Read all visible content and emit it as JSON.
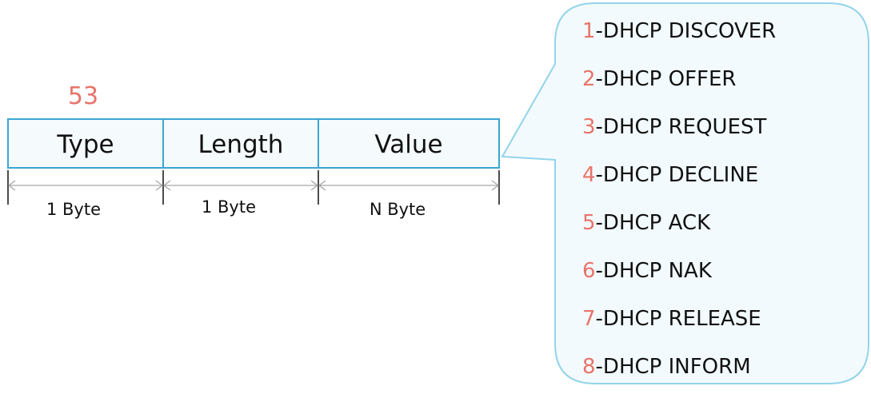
{
  "type_code": "53",
  "fields": [
    {
      "label": "Type",
      "size": "1 Byte"
    },
    {
      "label": "Length",
      "size": "1 Byte"
    },
    {
      "label": "Value",
      "size": "N Byte"
    }
  ],
  "messages": [
    {
      "num": "1",
      "text": "-DHCP DISCOVER"
    },
    {
      "num": "2",
      "text": "-DHCP OFFER"
    },
    {
      "num": "3",
      "text": "-DHCP REQUEST"
    },
    {
      "num": "4",
      "text": "-DHCP DECLINE"
    },
    {
      "num": "5",
      "text": "-DHCP ACK"
    },
    {
      "num": "6",
      "text": "-DHCP NAK"
    },
    {
      "num": "7",
      "text": "-DHCP RELEASE"
    },
    {
      "num": "8",
      "text": "-DHCP INFORM"
    }
  ],
  "colors": {
    "box_stroke": "#3aa6d3",
    "box_fill": "#f5fafd",
    "callout_stroke": "#92d4ea",
    "callout_fill": "#f3fafd",
    "accent": "#e8746a",
    "arrow": "#a6a6a6"
  }
}
